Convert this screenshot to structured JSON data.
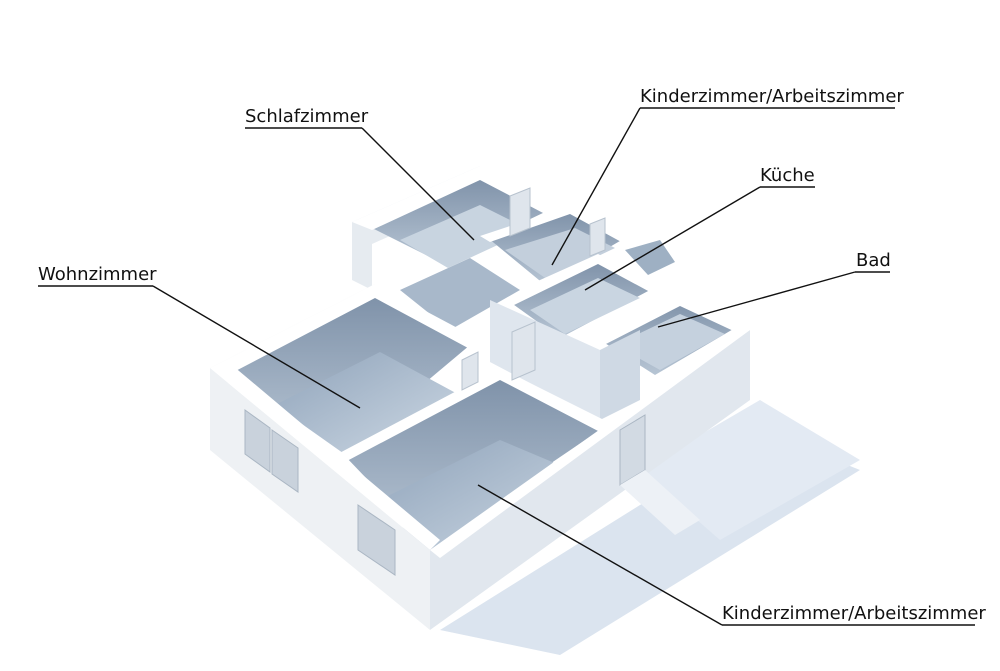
{
  "labels": {
    "schlafzimmer": "Schlafzimmer",
    "kinder_top": "Kinderzimmer/Arbeitszimmer",
    "kueche": "Küche",
    "bad": "Bad",
    "wohnzimmer": "Wohnzimmer",
    "kinder_bottom": "Kinderzimmer/Arbeitszimmer"
  },
  "colors": {
    "background": "#ffffff",
    "wall_top": "#ffffff",
    "wall_side": "#e3e8ee",
    "wall_front": "#eef1f4",
    "floor": "#a9b8c9",
    "floor_light": "#c6d2df",
    "inner_wall": "#8a9bb0",
    "shadow": "#d8e2ee",
    "leader_line": "#111111"
  }
}
